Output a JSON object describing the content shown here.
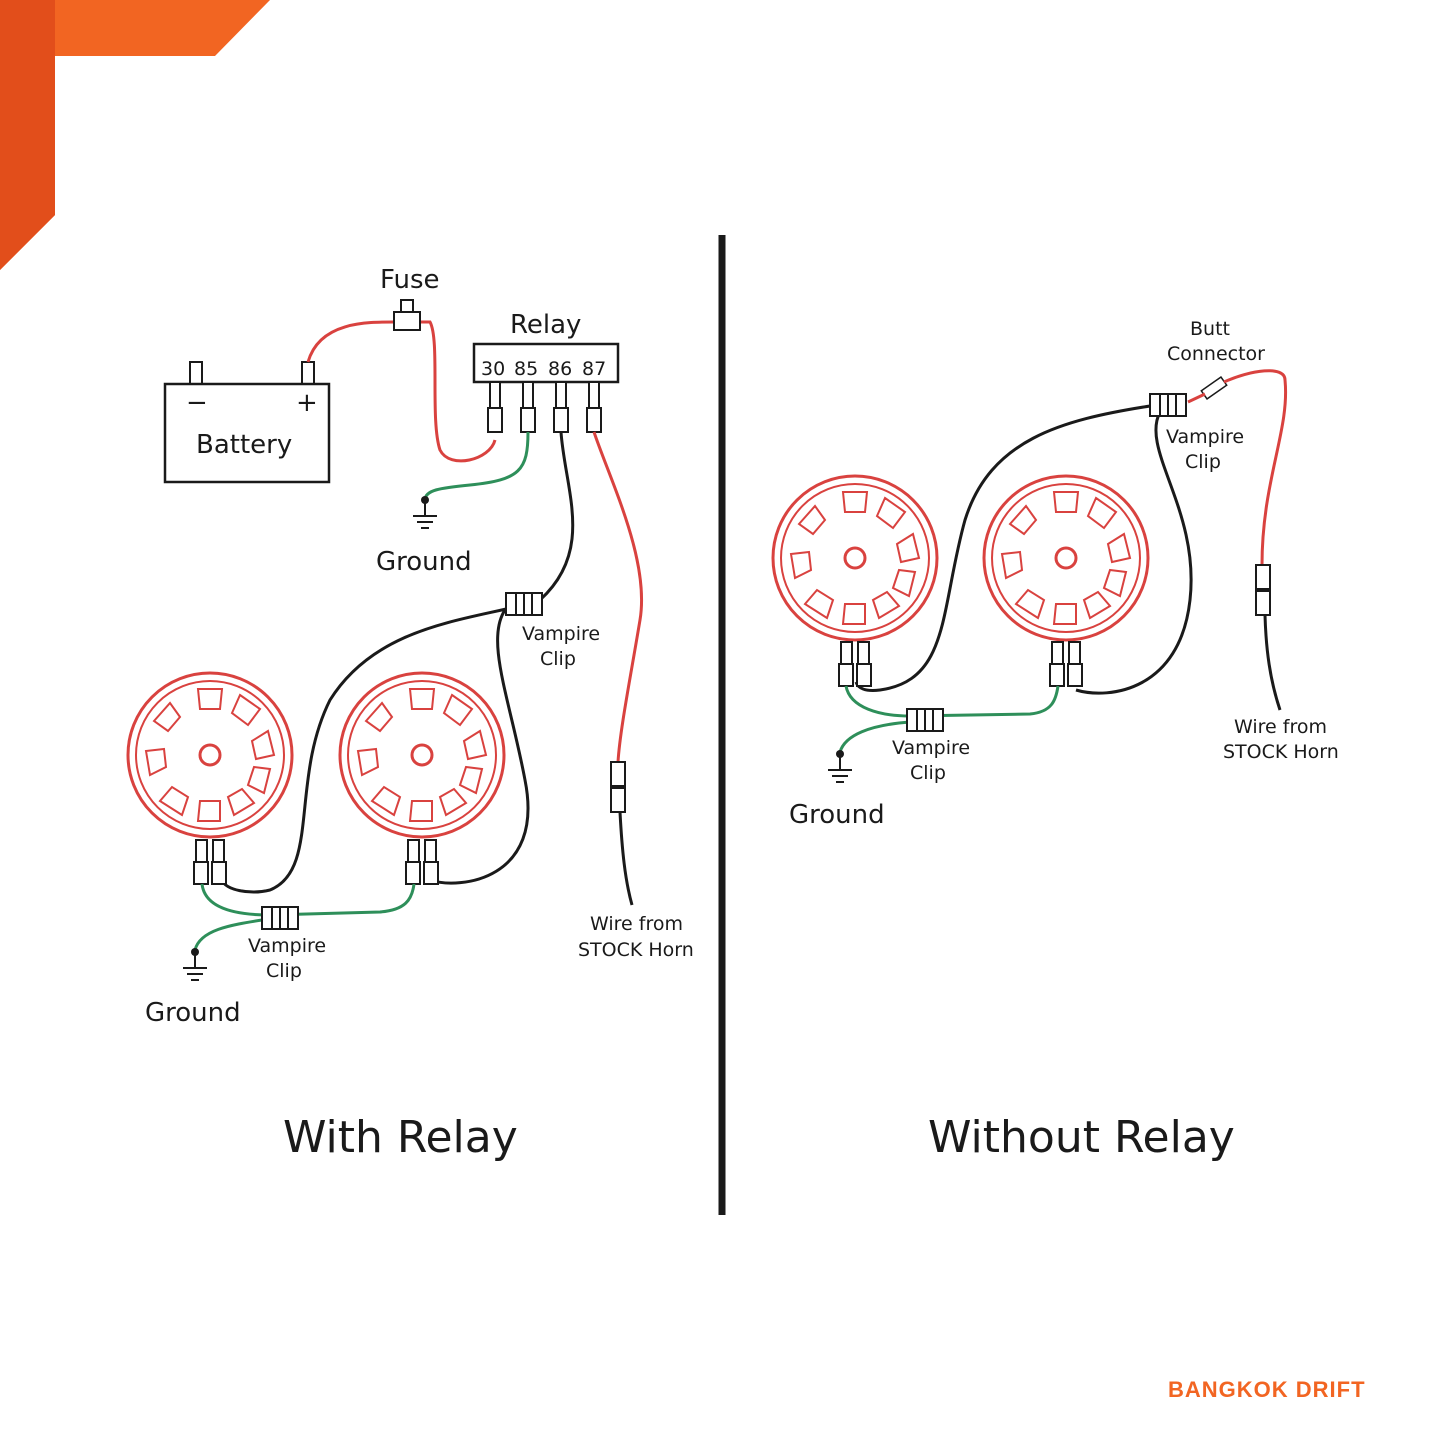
{
  "colors": {
    "accent_orange": "#f26522",
    "accent_orange_dark": "#e24e1b",
    "wire_red": "#d9423f",
    "wire_green": "#2e8f5a",
    "wire_black": "#1a1a1a",
    "horn_red": "#d9423f"
  },
  "brand": {
    "text": "BANGKOK DRIFT"
  },
  "left_panel": {
    "title": "With Relay",
    "fuse_label": "Fuse",
    "relay_label": "Relay",
    "relay_pins": [
      "30",
      "85",
      "86",
      "87"
    ],
    "battery_label": "Battery",
    "battery_minus": "−",
    "battery_plus": "+",
    "ground_top_label": "Ground",
    "vampire_clip_top": [
      "Vampire",
      "Clip"
    ],
    "vampire_clip_bottom": [
      "Vampire",
      "Clip"
    ],
    "ground_bottom_label": "Ground",
    "stock_wire_label": [
      "Wire from",
      "STOCK Horn"
    ]
  },
  "right_panel": {
    "title": "Without Relay",
    "butt_connector_label": [
      "Butt",
      "Connector"
    ],
    "vampire_clip_top": [
      "Vampire",
      "Clip"
    ],
    "vampire_clip_bottom": [
      "Vampire",
      "Clip"
    ],
    "ground_label": "Ground",
    "stock_wire_label": [
      "Wire from",
      "STOCK Horn"
    ]
  }
}
